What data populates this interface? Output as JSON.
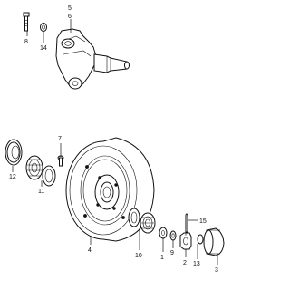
{
  "diagram": {
    "callouts": [
      {
        "id": "c1",
        "text": "1"
      },
      {
        "id": "c2",
        "text": "2"
      },
      {
        "id": "c3",
        "text": "3"
      },
      {
        "id": "c4",
        "text": "4"
      },
      {
        "id": "c5",
        "text": "5"
      },
      {
        "id": "c6",
        "text": "6"
      },
      {
        "id": "c7",
        "text": "7"
      },
      {
        "id": "c8",
        "text": "8"
      },
      {
        "id": "c9",
        "text": "9"
      },
      {
        "id": "c10",
        "text": "10"
      },
      {
        "id": "c11",
        "text": "11"
      },
      {
        "id": "c12",
        "text": "12"
      },
      {
        "id": "c13",
        "text": "13"
      },
      {
        "id": "c14",
        "text": "14"
      },
      {
        "id": "c15",
        "text": "15"
      }
    ],
    "colors": {
      "ink": "#111111",
      "paper": "#ffffff"
    }
  }
}
